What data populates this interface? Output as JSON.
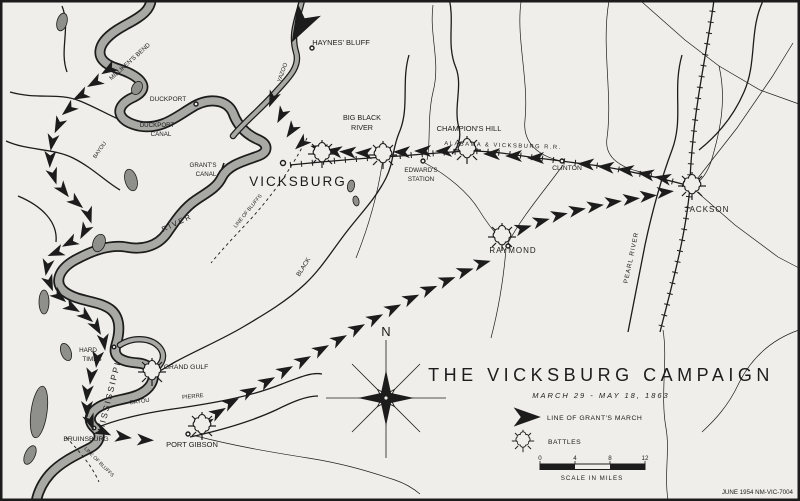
{
  "colors": {
    "paper": "#efeeea",
    "ink": "#1c1c1c",
    "river": "#a8a8a4",
    "swamp": "#8f8f8b"
  },
  "title_block": {
    "title": "THE VICKSBURG CAMPAIGN",
    "subtitle": "MARCH 29 - MAY 18, 1863",
    "legend_march": "LINE OF GRANT'S MARCH",
    "legend_battles": "BATTLES"
  },
  "scale_bar": {
    "label": "SCALE IN MILES",
    "ticks": [
      "0",
      "4",
      "8",
      "12"
    ]
  },
  "compass": {
    "north": "N"
  },
  "credit": "JUNE 1954  NM-VIC-7004",
  "places": {
    "haynes_bluff": "HAYNES' BLUFF",
    "millikens_bend": "MILLIKEN'S BEND",
    "duckport": "DUCKPORT",
    "duckport_canal_1": "DUCKPORT",
    "duckport_canal_2": "CANAL",
    "grants_canal_1": "GRANT'S",
    "grants_canal_2": "CANAL",
    "vicksburg": "VICKSBURG",
    "big_black_1": "BIG BLACK",
    "big_black_2": "RIVER",
    "champions_hill": "CHAMPION'S HILL",
    "edwards_station_1": "EDWARD'S",
    "edwards_station_2": "STATION",
    "railroad": "ALABAMA  &  VICKSBURG  R.R.",
    "clinton": "CLINTON",
    "jackson": "JACKSON",
    "raymond": "RAYMOND",
    "pearl_river": "PEARL RIVER",
    "hard_times_1": "HARD",
    "hard_times_2": "TIMES",
    "grand_gulf": "GRAND GULF",
    "mississippi": "MISSISSIPPI",
    "river_word": "RIVER",
    "yazoo": "YAZOO",
    "bayou": "BAYOU",
    "bayou_pierre_1": "BAYOU",
    "bayou_pierre_2": "PIERRE",
    "black_lower": "BLACK",
    "bruinsburg": "BRUINSBURG",
    "port_gibson": "PORT GIBSON",
    "line_of_bluffs": "LINE OF BLUFFS"
  },
  "march_arrows": [
    [
      300,
      27,
      118,
      2.2
    ],
    [
      272,
      100,
      112
    ],
    [
      281,
      116,
      118
    ],
    [
      291,
      131,
      124
    ],
    [
      301,
      144,
      138
    ],
    [
      318,
      148,
      195
    ],
    [
      333,
      151,
      188
    ],
    [
      347,
      152,
      184
    ],
    [
      363,
      153,
      182
    ],
    [
      401,
      152,
      181
    ],
    [
      422,
      151,
      180
    ],
    [
      443,
      151,
      179
    ],
    [
      491,
      154,
      181
    ],
    [
      513,
      156,
      180
    ],
    [
      535,
      158,
      180
    ],
    [
      585,
      164,
      183
    ],
    [
      605,
      167,
      185
    ],
    [
      625,
      170,
      187
    ],
    [
      645,
      174,
      189
    ],
    [
      662,
      178,
      191
    ],
    [
      524,
      228,
      -17
    ],
    [
      542,
      221,
      -15
    ],
    [
      560,
      215,
      -13
    ],
    [
      578,
      210,
      -11
    ],
    [
      596,
      206,
      -9
    ],
    [
      614,
      202,
      -7
    ],
    [
      632,
      199,
      -6
    ],
    [
      649,
      196,
      -5
    ],
    [
      666,
      192,
      -6
    ],
    [
      207,
      423,
      -33
    ],
    [
      219,
      412,
      -31
    ],
    [
      232,
      402,
      -29
    ],
    [
      250,
      391,
      -29
    ],
    [
      268,
      381,
      -29
    ],
    [
      286,
      370,
      -29
    ],
    [
      304,
      360,
      -29
    ],
    [
      322,
      349,
      -29
    ],
    [
      340,
      339,
      -29
    ],
    [
      358,
      328,
      -29
    ],
    [
      376,
      318,
      -28
    ],
    [
      394,
      308,
      -27
    ],
    [
      412,
      298,
      -25
    ],
    [
      430,
      289,
      -23
    ],
    [
      448,
      280,
      -21
    ],
    [
      466,
      271,
      -18
    ],
    [
      483,
      263,
      -15
    ],
    [
      104,
      432,
      25
    ],
    [
      124,
      437,
      8
    ],
    [
      146,
      440,
      3
    ],
    [
      108,
      70,
      148
    ],
    [
      94,
      83,
      150
    ],
    [
      80,
      96,
      152
    ],
    [
      68,
      110,
      140
    ],
    [
      58,
      126,
      115
    ],
    [
      52,
      143,
      100
    ],
    [
      50,
      160,
      92
    ],
    [
      54,
      177,
      72
    ],
    [
      64,
      191,
      52
    ],
    [
      77,
      203,
      40
    ],
    [
      89,
      216,
      72
    ],
    [
      84,
      232,
      118
    ],
    [
      69,
      243,
      152
    ],
    [
      55,
      253,
      158
    ],
    [
      47,
      268,
      100
    ],
    [
      50,
      284,
      68
    ],
    [
      60,
      297,
      40
    ],
    [
      73,
      308,
      30
    ],
    [
      87,
      317,
      40
    ],
    [
      97,
      328,
      60
    ],
    [
      104,
      343,
      82
    ],
    [
      97,
      360,
      97
    ],
    [
      91,
      377,
      98
    ],
    [
      87,
      394,
      95
    ],
    [
      87,
      410,
      90
    ],
    [
      91,
      423,
      70
    ]
  ],
  "battles": [
    [
      322,
      154
    ],
    [
      383,
      155
    ],
    [
      467,
      150
    ],
    [
      502,
      237
    ],
    [
      692,
      186
    ],
    [
      202,
      426
    ],
    [
      152,
      372
    ]
  ],
  "cities": [
    [
      283,
      163,
      2.5
    ],
    [
      196,
      104,
      2
    ],
    [
      423,
      161,
      2
    ],
    [
      562,
      161,
      2
    ],
    [
      690,
      187,
      2.5
    ],
    [
      508,
      246,
      2
    ],
    [
      188,
      434,
      2
    ],
    [
      153,
      371,
      1.8
    ],
    [
      94,
      428,
      1.8
    ],
    [
      114,
      347,
      1.8
    ],
    [
      312,
      48,
      2
    ]
  ]
}
